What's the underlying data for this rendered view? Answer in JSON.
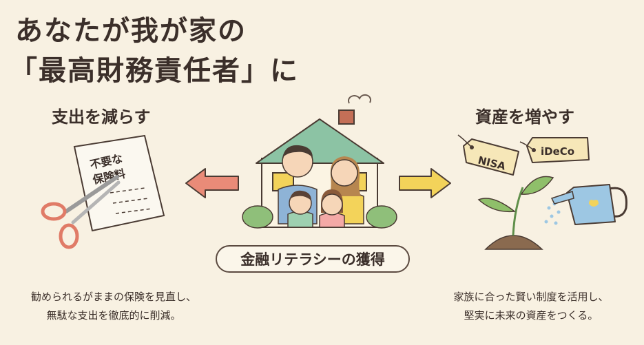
{
  "title": {
    "line1": "あなたが我が家の",
    "line2": "「最高財務責任者」に"
  },
  "left": {
    "heading": "支出を減らす",
    "document_text_line1": "不要な",
    "document_text_line2": "保険料",
    "description_line1": "勧められるがままの保険を見直し、",
    "description_line2": "無駄な支出を徹底的に削減。"
  },
  "center": {
    "badge": "金融リテラシーの獲得"
  },
  "right": {
    "heading": "資産を増やす",
    "tag1": "NISA",
    "tag2": "iDeCo",
    "description_line1": "家族に合った賢い制度を活用し、",
    "description_line2": "堅実に未来の資産をつくる。"
  },
  "colors": {
    "background": "#f8f1e2",
    "arrow_left": "#e98b78",
    "arrow_right": "#f3d35a",
    "roof": "#8cc3a4",
    "tag": "#f6e7b8",
    "watering_can": "#9dc7e3"
  }
}
